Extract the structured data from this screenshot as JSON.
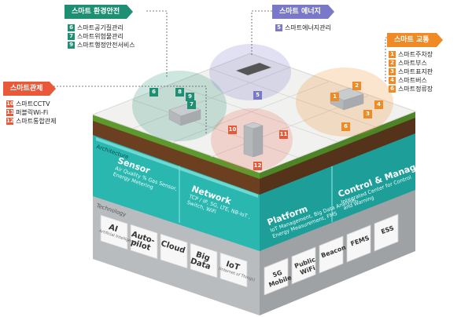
{
  "callouts": {
    "environment": {
      "title": "스마트 환경안전",
      "items": [
        {
          "num": "6",
          "label": "스마트공기질관리"
        },
        {
          "num": "7",
          "label": "스마트위험물관리"
        },
        {
          "num": "9",
          "label": "스마트행정안전서비스"
        }
      ],
      "color": "#1f8f74"
    },
    "energy": {
      "title": "스마트 에너지",
      "items": [
        {
          "num": "5",
          "label": "스마트에너지관리"
        }
      ],
      "color": "#7a78c9"
    },
    "transport": {
      "title": "스마트 교통",
      "items": [
        {
          "num": "1",
          "label": "스마트주차장"
        },
        {
          "num": "2",
          "label": "스마트부스"
        },
        {
          "num": "3",
          "label": "스마트표지판"
        },
        {
          "num": "4",
          "label": "스마트버스"
        },
        {
          "num": "6",
          "label": "스마트정류장"
        }
      ],
      "color": "#f08a24"
    },
    "control": {
      "title": "스마트관제",
      "items": [
        {
          "num": "10",
          "label": "스마트CCTV"
        },
        {
          "num": "11",
          "label": "퍼블릭Wi-Fi"
        },
        {
          "num": "12",
          "label": "스마트통합관제"
        }
      ],
      "color": "#e8593a"
    }
  },
  "architecture": {
    "label": "Architecture",
    "sensor": {
      "title": "Sensor",
      "sub": "Air Quality % Gas Sensor,\nEnergy Metering"
    },
    "network": {
      "title": "Network",
      "sub": "TCP / IP, 5G, LTE, NB-IoT ,\nSwitch, WiFi"
    },
    "platform": {
      "title": "Platform",
      "sub": "IoT Management, Big Data Analysis,\nEnergy Measurement, FMS"
    },
    "control": {
      "title": "Control & Management",
      "sub": "Integrated Center for Control\nand Warning"
    }
  },
  "technology": {
    "label": "Technology",
    "left_tiles": [
      {
        "title": "AI",
        "sub": "Artificial Intelligence"
      },
      {
        "title": "Auto-\npilot",
        "sub": ""
      },
      {
        "title": "Cloud",
        "sub": ""
      },
      {
        "title": "Big\nData",
        "sub": ""
      },
      {
        "title": "IoT",
        "sub": "(Internet of Things)"
      }
    ],
    "right_tiles": [
      {
        "title": "5G\nMobile"
      },
      {
        "title": "Public\nWiFi"
      },
      {
        "title": "Beacon"
      },
      {
        "title": "FEMS"
      },
      {
        "title": "ESS"
      }
    ]
  },
  "map_markers": [
    {
      "num": "6",
      "color": "#1f8f74"
    },
    {
      "num": "7",
      "color": "#1f8f74"
    },
    {
      "num": "8",
      "color": "#1f8f74"
    },
    {
      "num": "9",
      "color": "#1f8f74"
    },
    {
      "num": "5",
      "color": "#7a78c9"
    },
    {
      "num": "10",
      "color": "#e8593a"
    },
    {
      "num": "11",
      "color": "#e8593a"
    },
    {
      "num": "12",
      "color": "#e8593a"
    },
    {
      "num": "1",
      "color": "#f08a24"
    },
    {
      "num": "2",
      "color": "#f08a24"
    },
    {
      "num": "3",
      "color": "#f08a24"
    },
    {
      "num": "4",
      "color": "#f08a24"
    },
    {
      "num": "6",
      "color": "#f08a24"
    }
  ]
}
